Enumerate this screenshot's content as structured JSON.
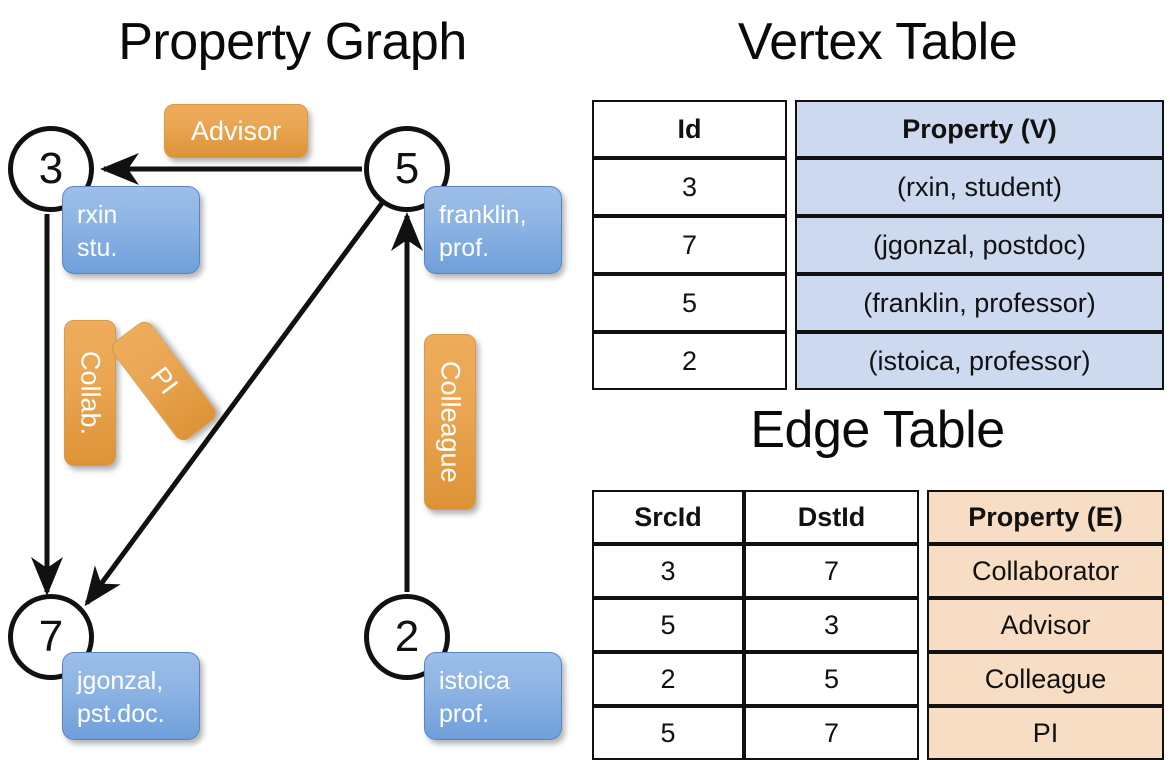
{
  "titles": {
    "property_graph": "Property Graph",
    "vertex_table": "Vertex Table",
    "edge_table": "Edge Table"
  },
  "graph": {
    "nodes": [
      {
        "id": "3",
        "property_label": "rxin\nstu."
      },
      {
        "id": "5",
        "property_label": "franklin,\nprof."
      },
      {
        "id": "7",
        "property_label": "jgonzal,\npst.doc."
      },
      {
        "id": "2",
        "property_label": "istoica\nprof."
      }
    ],
    "node_props": {
      "rxin_line1": "rxin",
      "rxin_line2": "stu.",
      "franklin_line1": "franklin,",
      "franklin_line2": "prof.",
      "jgonzal_line1": "jgonzal,",
      "jgonzal_line2": "pst.doc.",
      "istoica_line1": "istoica",
      "istoica_line2": "prof."
    },
    "edge_labels": {
      "advisor": "Advisor",
      "collab": "Collab.",
      "pi": "PI",
      "colleague": "Colleague"
    },
    "edges": [
      {
        "src": "5",
        "dst": "3",
        "label": "Advisor"
      },
      {
        "src": "3",
        "dst": "7",
        "label": "Collab."
      },
      {
        "src": "5",
        "dst": "7",
        "label": "PI"
      },
      {
        "src": "2",
        "dst": "5",
        "label": "Colleague"
      }
    ]
  },
  "vertex_table": {
    "headers": [
      "Id",
      "Property (V)"
    ],
    "rows": [
      {
        "id": "3",
        "property": "(rxin, student)"
      },
      {
        "id": "7",
        "property": "(jgonzal, postdoc)"
      },
      {
        "id": "5",
        "property": "(franklin, professor)"
      },
      {
        "id": "2",
        "property": "(istoica, professor)"
      }
    ]
  },
  "edge_table": {
    "headers": [
      "SrcId",
      "DstId",
      "Property (E)"
    ],
    "rows": [
      {
        "src": "3",
        "dst": "7",
        "property": "Collaborator"
      },
      {
        "src": "5",
        "dst": "3",
        "property": "Advisor"
      },
      {
        "src": "2",
        "dst": "5",
        "property": "Colleague"
      },
      {
        "src": "5",
        "dst": "7",
        "property": "PI"
      }
    ]
  },
  "colors": {
    "vertex_property_fill": "#cdd9ef",
    "edge_property_fill": "#f6ddc3",
    "node_callout_blue": "#8cb3e3",
    "edge_callout_orange": "#e9a551",
    "stroke": "#111111",
    "background": "#ffffff"
  }
}
